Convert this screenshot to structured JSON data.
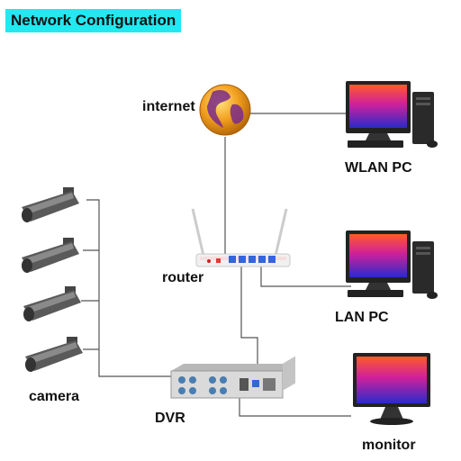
{
  "title": "Network Configuration",
  "colors": {
    "title_bg": "#22e8f0",
    "wire": "#555555",
    "screen_top": "#ff4422",
    "screen_bottom": "#2233cc"
  },
  "nodes": {
    "internet": "internet",
    "router": "router",
    "wlan_pc": "WLAN PC",
    "lan_pc": "LAN PC",
    "camera": "camera",
    "dvr": "DVR",
    "monitor": "monitor"
  },
  "icons": [
    "globe-icon",
    "router-icon",
    "desktop-pc-icon",
    "cctv-camera-icon",
    "dvr-icon",
    "monitor-icon"
  ]
}
